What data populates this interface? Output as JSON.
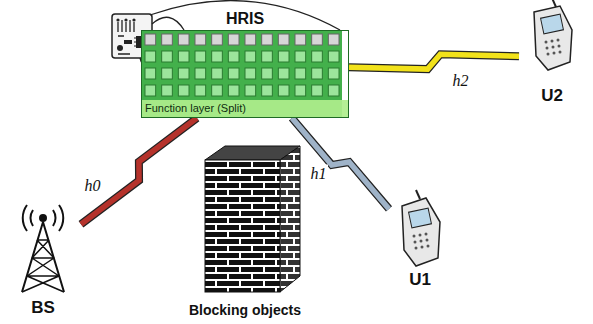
{
  "diagram": {
    "nodes": [
      {
        "text": [
          "HRIS",
          "Function layer (Split)"
        ]
      },
      {
        "text": [
          "U2"
        ]
      },
      {
        "text": [
          "BS"
        ]
      },
      {
        "text": [
          "U1"
        ]
      }
    ],
    "edges": [
      {
        "from": 2,
        "to": 0,
        "label": "h0",
        "arrow": "none"
      },
      {
        "from": 0,
        "to": 3,
        "label": "h1",
        "arrow": "none"
      },
      {
        "from": 0,
        "to": 1,
        "label": "h2",
        "arrow": "none"
      }
    ],
    "labels": [
      "Blocking objects"
    ]
  }
}
